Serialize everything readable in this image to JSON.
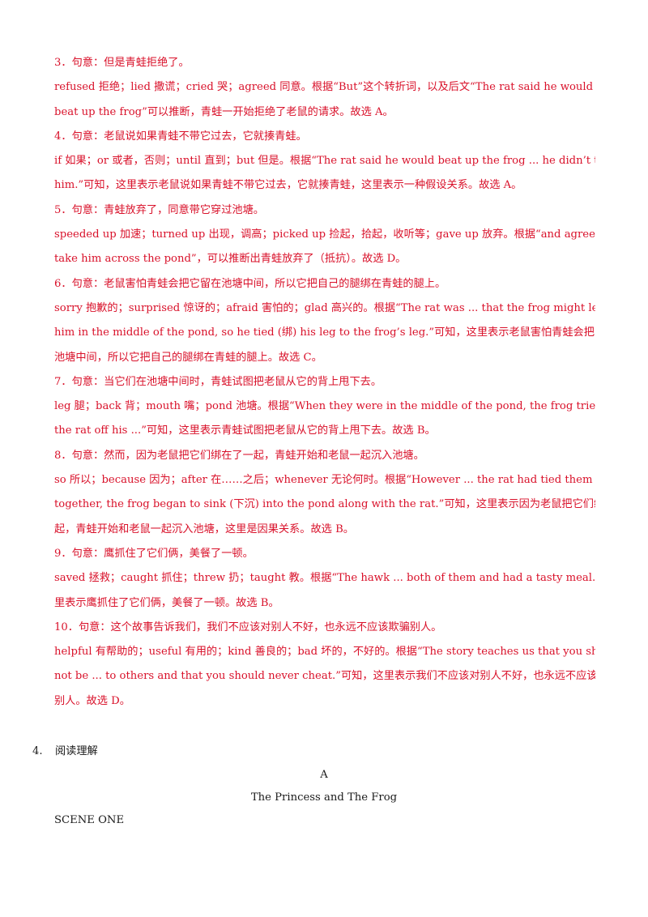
{
  "explanations": [
    "3．句意：但是青蛙拒绝了。",
    "refused 拒绝；lied 撒谎；cried 哭；agreed 同意。根据“But”这个转折词，以及后文“The rat said he would",
    "beat up the frog”可以推断，青蛙一开始拒绝了老鼠的请求。故选 A。",
    "4．句意：老鼠说如果青蛙不带它过去，它就揍青蛙。",
    "if 如果；or 或者，否则；until 直到；but 但是。根据“The rat said he would beat up the frog ... he didn’t take",
    "him.”可知，这里表示老鼠说如果青蛙不带它过去，它就揍青蛙，这里表示一种假设关系。故选 A。",
    "5．句意：青蛙放弃了，同意带它穿过池塘。",
    "speeded up 加速；turned up 出现，调高；picked up 捡起，拾起，收听等；gave up 放弃。根据“and agreed to",
    "take him across the pond”，可以推断出青蛙放弃了（抵抗）。故选 D。",
    "6．句意：老鼠害怕青蛙会把它留在池塘中间，所以它把自己的腿绑在青蛙的腿上。",
    "sorry 抱歉的；surprised 惊讶的；afraid 害怕的；glad 高兴的。根据“The rat was ... that the frog might leave",
    "him in the middle of the pond, so he tied (绑) his leg to the frog’s leg.”可知，这里表示老鼠害怕青蛙会把它留在",
    "池塘中间，所以它把自己的腿绑在青蛙的腿上。故选 C。",
    "7．句意：当它们在池塘中间时，青蛙试图把老鼠从它的背上甩下去。",
    "leg 腿；back 背；mouth 嘴；pond 池塘。根据“When they were in the middle of the pond, the frog tried to throw",
    "the rat off his ...”可知，这里表示青蛙试图把老鼠从它的背上甩下去。故选 B。",
    "8．句意：然而，因为老鼠把它们绑在了一起，青蛙开始和老鼠一起沉入池塘。",
    "so 所以；because 因为；after 在……之后；whenever 无论何时。根据“However ... the rat had tied them",
    "together, the frog began to sink (下沉) into the pond along with the rat.”可知，这里表示因为老鼠把它们绑在了一",
    "起，青蛙开始和老鼠一起沉入池塘，这里是因果关系。故选 B。",
    "9．句意：鹰抓住了它们俩，美餐了一顿。",
    "saved 拯救；caught 抓住；threw 扔；taught 教。根据“The hawk ... both of them and had a tasty meal.”可知，这",
    "里表示鹰抓住了它们俩，美餐了一顿。故选 B。",
    "10．句意：这个故事告诉我们，我们不应该对别人不好，也永远不应该欺骗别人。",
    "helpful 有帮助的；useful 有用的；kind 善良的；bad 坏的，不好的。根据“The story teaches us that you should",
    "not be ... to others and that you should never cheat.”可知，这里表示我们不应该对别人不好，也永远不应该欺骗",
    "别人。故选 D。"
  ],
  "section": {
    "number": "4.",
    "title": "阅读理解",
    "part": "A",
    "story_title": "The Princess and The Frog",
    "scene": "SCENE ONE"
  },
  "colors": {
    "answer_text": "#d9112a",
    "body_text": "#1a1a1a"
  }
}
